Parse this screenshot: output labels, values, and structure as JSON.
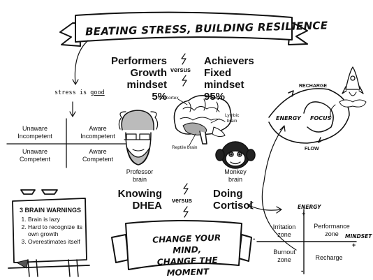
{
  "title_banner": {
    "text": "BEATING STRESS, BUILDING RESILIENCE"
  },
  "comparison": {
    "left": {
      "line1": "Performers",
      "line2": "Growth mindset",
      "line3": "5%"
    },
    "middle": "versus",
    "right": {
      "line1": "Achievers",
      "line2": "Fixed mindset",
      "line3": "95%"
    }
  },
  "stress_note": {
    "prefix": "stress",
    "mid": "is",
    "emphasis": "good"
  },
  "competence_grid": {
    "top_left": [
      "Unaware",
      "Incompetent"
    ],
    "top_right": [
      "Aware",
      "Incompetent"
    ],
    "bottom_left": [
      "Unaware",
      "Competent"
    ],
    "bottom_right": [
      "Aware",
      "Competent"
    ]
  },
  "brain_labels": {
    "neocortex": "Neocortex",
    "lymbic": [
      "Lymbic",
      "brain"
    ],
    "reptile": "Reptile brain"
  },
  "professor": [
    "Professor",
    "brain"
  ],
  "monkey": [
    "Monkey",
    "brain"
  ],
  "cycle": {
    "recharge": "RECHARGE",
    "energy": "ENERGY",
    "focus": "FOCUS",
    "flow": "FLOW"
  },
  "knowing": {
    "left": {
      "line1": "Knowing",
      "line2": "DHEA"
    },
    "middle": "versus",
    "right": {
      "line1": "Doing",
      "line2": "Cortisol"
    }
  },
  "warnings_board": {
    "title": "3 BRAIN WARNINGS",
    "items": [
      "Brain is lazy",
      "Hard to recognize its own growth",
      "Overestimates itself"
    ]
  },
  "bottom_banner": {
    "line1": "CHANGE YOUR MIND,",
    "line2": "CHANGE THE MOMENT"
  },
  "quadrant": {
    "axis_y": "ENERGY",
    "axis_x": "MINDSET",
    "plus": "+",
    "minus": "-",
    "top_left": [
      "Irritation",
      "zone"
    ],
    "top_right": [
      "Performance",
      "zone"
    ],
    "bottom_left": [
      "Burnout",
      "zone"
    ],
    "bottom_right": "Recharge"
  }
}
